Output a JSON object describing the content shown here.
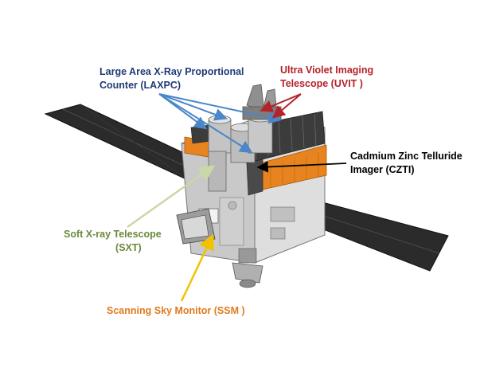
{
  "labels": {
    "laxpc": {
      "line1": "Large Area X-Ray Proportional",
      "line2": "Counter (LAXPC)"
    },
    "uvit": {
      "line1": "Ultra Violet Imaging",
      "line2": "Telescope  (UVIT )"
    },
    "czti": {
      "line1": "Cadmium Zinc Telluride",
      "line2": "Imager (CZTI)"
    },
    "sxt": {
      "line1": "Soft X-ray  Telescope",
      "line2": "(SXT)"
    },
    "ssm": {
      "line1": "Scanning Sky Monitor (SSM )"
    }
  },
  "colors": {
    "laxpc": "#1f3b77",
    "laxpc_arrow": "#4a86c8",
    "uvit": "#b5222a",
    "czti": "#000000",
    "sxt": "#6b8a3a",
    "sxt_arrow": "#c9d8a6",
    "ssm": "#e07b1c",
    "ssm_arrow": "#f2c200",
    "solar_panel": "#2b2b2b",
    "body": "#d9d9d9",
    "insulation": "#e8841f"
  }
}
